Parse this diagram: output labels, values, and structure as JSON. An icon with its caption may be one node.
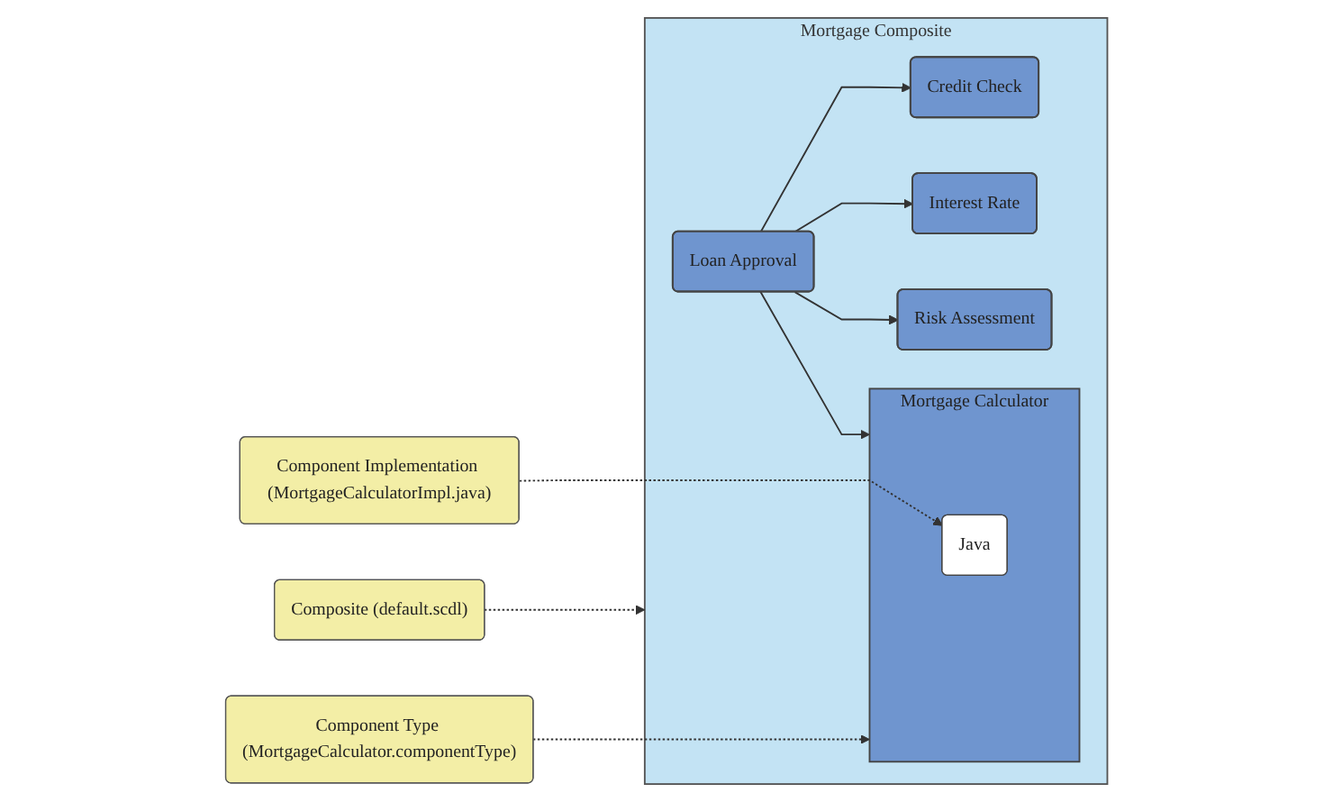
{
  "diagram": {
    "nodes": [
      {
        "text": [
          "Mortgage Composite"
        ]
      },
      {
        "text": [
          "Credit Check"
        ],
        "in": 0
      },
      {
        "text": [
          "Interest Rate"
        ],
        "in": 0
      },
      {
        "text": [
          "Loan Approval"
        ],
        "in": 0
      },
      {
        "text": [
          "Mortgage Calculator"
        ],
        "in": 0
      },
      {
        "text": [
          "Java"
        ],
        "in": 4
      },
      {
        "text": [
          "Risk Assessment"
        ],
        "in": 0
      },
      {
        "text": [
          "Composite (default.scdl)"
        ]
      },
      {
        "text": [
          "Component Type (MortgageCalculator.componentType)"
        ]
      },
      {
        "text": [
          "Component Implementation (MortgageCalculatorImpl.java)"
        ]
      }
    ],
    "edges": [
      {
        "from": 3,
        "to": 1,
        "arrow": "to"
      },
      {
        "from": 3,
        "to": 2,
        "arrow": "to"
      },
      {
        "from": 3,
        "to": 4,
        "arrow": "to"
      },
      {
        "from": 3,
        "to": 6,
        "arrow": "to"
      },
      {
        "from": 7,
        "to": 0,
        "arrow": "to",
        "style": "dashed"
      },
      {
        "from": 8,
        "to": 4,
        "arrow": "to",
        "style": "dashed"
      },
      {
        "from": 9,
        "to": 5,
        "arrow": "to",
        "style": "dashed"
      }
    ]
  }
}
